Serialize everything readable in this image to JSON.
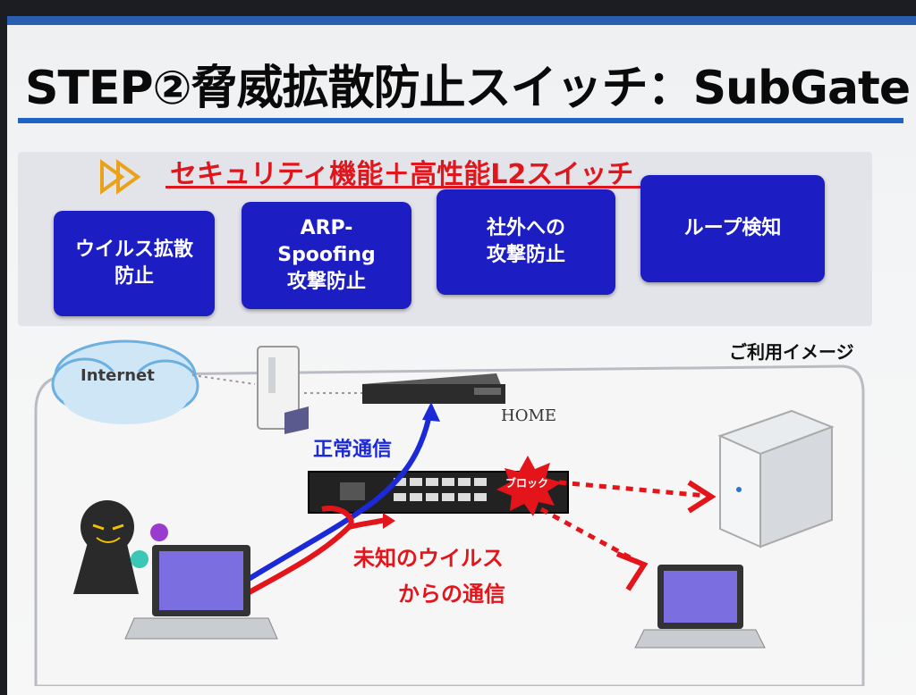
{
  "slide": {
    "title": "STEP②脅威拡散防止スイッチ：SubGate",
    "subtitle": "セキュリティ機能＋高性能L2スイッチ"
  },
  "features": [
    {
      "label": "ウイルス拡散\n防止"
    },
    {
      "label": "ARP-\nSpoofing\n攻撃防止"
    },
    {
      "label": "社外への\n攻撃防止"
    },
    {
      "label": "ループ検知"
    }
  ],
  "diagram": {
    "usage_label": "ご利用イメージ",
    "internet_label": "Internet",
    "home_label": "HOME",
    "normal_traffic_label": "正常通信",
    "virus_label_line1": "未知のウイルス",
    "virus_label_line2": "からの通信",
    "block_label": "ブロック"
  },
  "colors": {
    "title_rule": "#1f63c6",
    "feature_box": "#1c1ec4",
    "accent_red": "#e4141b",
    "normal_blue": "#1b2ad6"
  }
}
